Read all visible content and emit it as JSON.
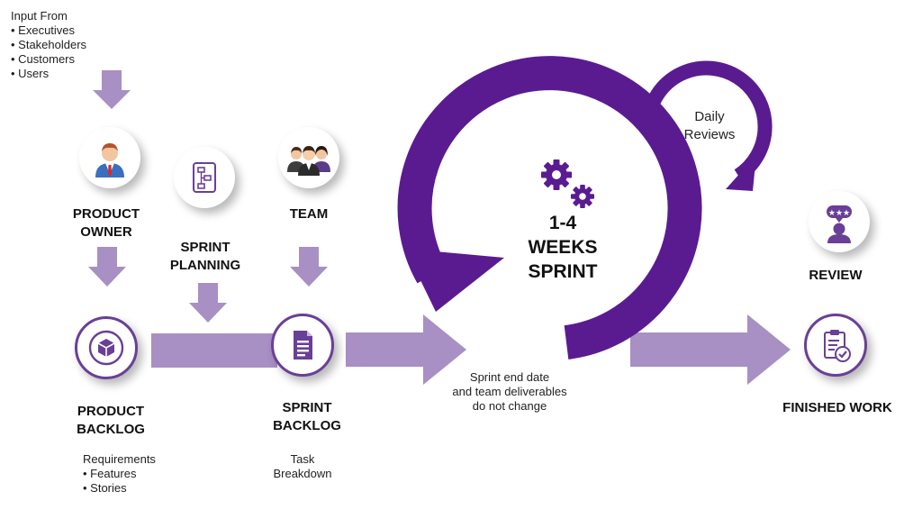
{
  "input": {
    "title": "Input From",
    "items": [
      "• Executives",
      "• Stakeholders",
      "• Customers",
      "• Users"
    ]
  },
  "labels": {
    "product_owner": [
      "PRODUCT",
      "OWNER"
    ],
    "sprint_planning": [
      "SPRINT",
      "PLANNING"
    ],
    "team": "TEAM",
    "product_backlog": [
      "PRODUCT",
      "BACKLOG"
    ],
    "sprint_backlog": [
      "SPRINT",
      "BACKLOG"
    ],
    "review": "REVIEW",
    "finished_work": "FINISHED WORK"
  },
  "requirements": {
    "title": "Requirements",
    "items": [
      "• Features",
      "• Stories"
    ]
  },
  "task_breakdown": [
    "Task",
    "Breakdown"
  ],
  "sprint": {
    "lines": [
      "1-4",
      "WEEKS",
      "SPRINT"
    ],
    "daily": [
      "Daily",
      "Reviews"
    ],
    "note": [
      "Sprint end date",
      "and team deliverables",
      "do not change"
    ]
  },
  "colors": {
    "light_purple": "#a88fc4",
    "dark_purple": "#5a1b91",
    "icon_purple": "#6a3f97"
  },
  "icons": [
    "businessman-icon",
    "flowchart-icon",
    "team-icon",
    "box-icon",
    "document-icon",
    "gears-icon",
    "reviewer-icon",
    "checklist-icon"
  ]
}
